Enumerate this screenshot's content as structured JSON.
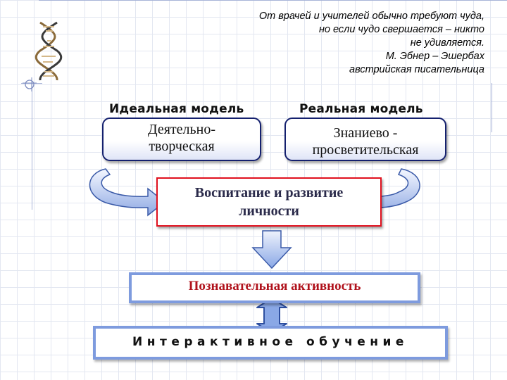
{
  "quote": {
    "lines": [
      "От врачей и учителей обычно требуют чуда,",
      "но если чудо свершается – никто",
      "не удивляется.",
      "М. Эбнер – Эшербах",
      "австрийская писательница"
    ]
  },
  "models": {
    "ideal": {
      "label": "Идеальная модель",
      "box_line1": "Деятельно-",
      "box_line2": "творческая"
    },
    "real": {
      "label": "Реальная модель",
      "box_line1": "Знаниево -",
      "box_line2": "просветительская"
    }
  },
  "center": {
    "line1": "Воспитание и развитие",
    "line2": "личности"
  },
  "activity": {
    "text": "Познавательная активность",
    "color": "#b0121c"
  },
  "learning": {
    "text": "Интерактивное обучение"
  },
  "colors": {
    "box_border": "#14206e",
    "accent_red": "#e0101e",
    "arrow_blue": "#8aa8e6"
  },
  "icons": [
    "dna-icon",
    "crosshair-icon"
  ]
}
